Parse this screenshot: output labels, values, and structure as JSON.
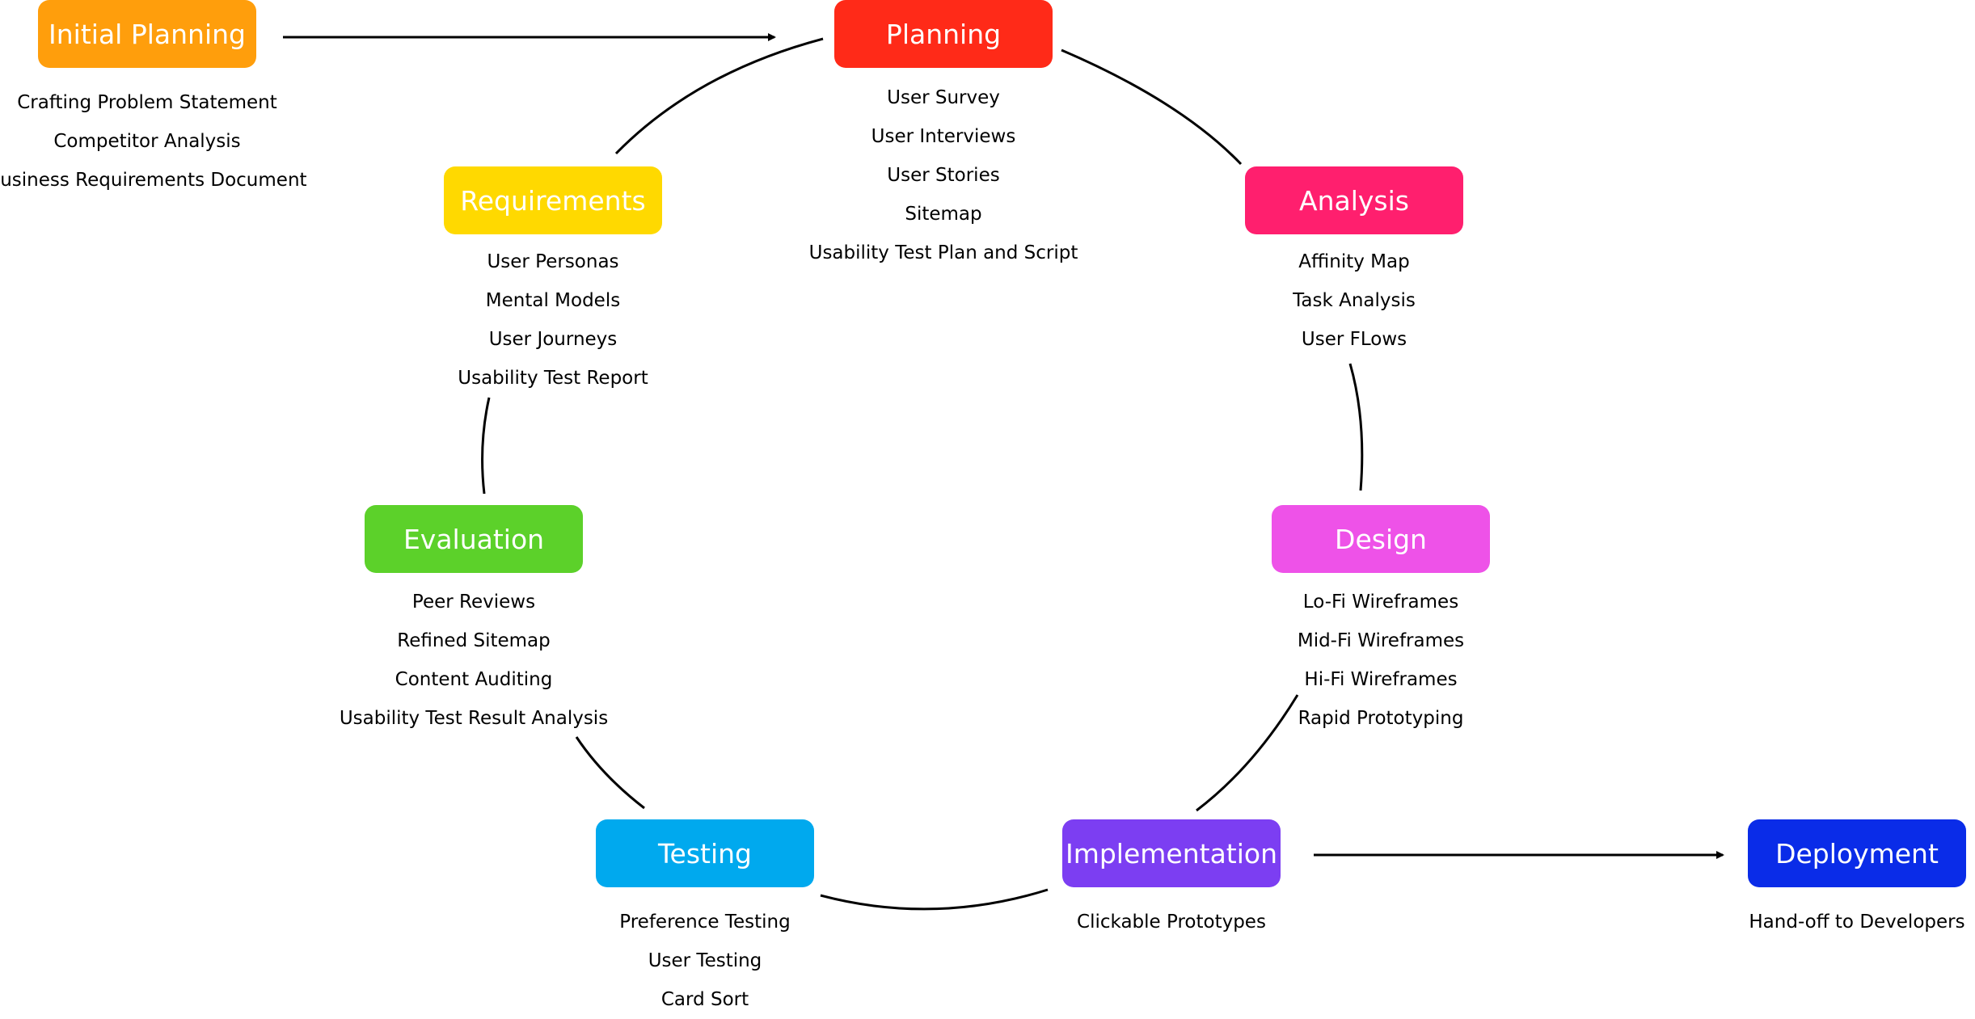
{
  "colors": {
    "initial_planning": "#FF9E0C",
    "planning": "#FF2A18",
    "analysis": "#FF1F6E",
    "design": "#EE52E8",
    "implementation": "#7C3EF2",
    "deployment": "#0A2CE8",
    "testing": "#00A9EE",
    "evaluation": "#5CD12A",
    "requirements": "#FFD900",
    "line": "#000000"
  },
  "initial_planning": {
    "label": "Initial Planning",
    "items": [
      "Crafting Problem Statement",
      "Competitor Analysis",
      "Business Requirements Document"
    ]
  },
  "planning": {
    "label": "Planning",
    "items": [
      "User Survey",
      "User Interviews",
      "User Stories",
      "Sitemap",
      "Usability Test Plan and Script"
    ]
  },
  "analysis": {
    "label": "Analysis",
    "items": [
      "Affinity Map",
      "Task Analysis",
      "User FLows"
    ]
  },
  "design": {
    "label": "Design",
    "items": [
      "Lo-Fi Wireframes",
      "Mid-Fi Wireframes",
      "Hi-Fi Wireframes",
      "Rapid Prototyping"
    ]
  },
  "implementation": {
    "label": "Implementation",
    "items": [
      "Clickable Prototypes"
    ]
  },
  "deployment": {
    "label": "Deployment",
    "items": [
      "Hand-off to Developers"
    ]
  },
  "testing": {
    "label": "Testing",
    "items": [
      "Preference Testing",
      "User Testing",
      "Card Sort"
    ]
  },
  "evaluation": {
    "label": "Evaluation",
    "items": [
      "Peer Reviews",
      "Refined Sitemap",
      "Content Auditing",
      "Usability Test Result Analysis"
    ]
  },
  "requirements": {
    "label": "Requirements",
    "items": [
      "User Personas",
      "Mental Models",
      "User Journeys",
      "Usability Test Report"
    ]
  }
}
